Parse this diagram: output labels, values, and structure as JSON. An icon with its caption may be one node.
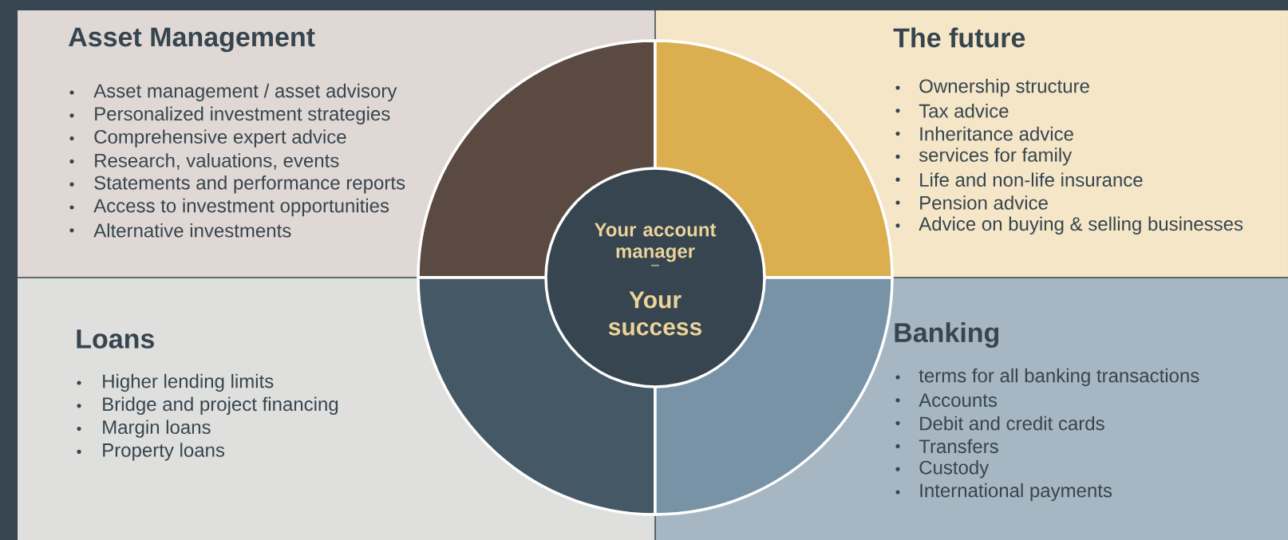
{
  "diagram": {
    "nodes": [
      {
        "text": [
          "Asset Management",
          "Asset management / asset advisory",
          "Personalized investment strategies",
          "Comprehensive expert advice",
          "Research, valuations, events",
          "Statements and performance reports",
          "Access to investment opportunities",
          "Alternative investments"
        ]
      },
      {
        "text": [
          "The future",
          "Ownership structure",
          "Tax advice",
          "Inheritance advice",
          "services for family",
          "Life and non-life insurance",
          "Pension advice",
          "Advice on buying & selling businesses"
        ]
      },
      {
        "text": [
          "Loans",
          "Higher lending limits",
          "Bridge and project financing",
          "Margin loans",
          "Property loans"
        ]
      },
      {
        "text": [
          "Banking",
          "terms for all banking transactions",
          "Accounts",
          "Debit and credit cards",
          "Transfers",
          "Custody",
          "International payments"
        ]
      },
      {
        "text": [
          "Your account manager",
          "–",
          "Your success"
        ]
      }
    ]
  }
}
